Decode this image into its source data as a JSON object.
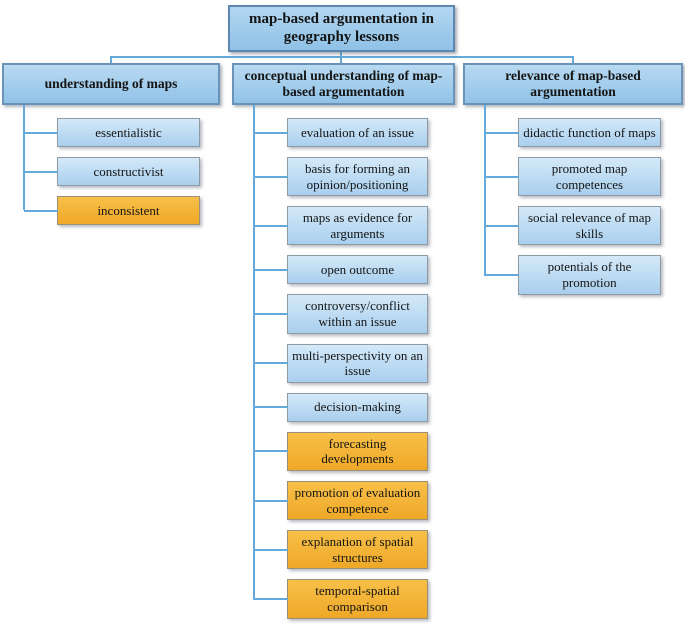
{
  "root": {
    "label": "map-based argumentation in geography lessons"
  },
  "colors": {
    "node_blue_top": "#d4e9f8",
    "node_blue_bottom": "#a9cfee",
    "header_blue_top": "#b9daf2",
    "header_blue_bottom": "#90c2e7",
    "node_orange_top": "#f7c049",
    "node_orange_bottom": "#efa827",
    "connector_line": "#63a9da",
    "header_border": "#6b93b7",
    "text": "#141414"
  },
  "columns": [
    {
      "header": "understanding of maps",
      "items": [
        {
          "label": "essentialistic",
          "type": "blue"
        },
        {
          "label": "constructivist",
          "type": "blue"
        },
        {
          "label": "inconsistent",
          "type": "orange"
        }
      ]
    },
    {
      "header": "conceptual understanding of map-based argumentation",
      "items": [
        {
          "label": "evaluation of an issue",
          "type": "blue"
        },
        {
          "label": "basis for forming an opinion/positioning",
          "type": "blue"
        },
        {
          "label": "maps as evidence for arguments",
          "type": "blue"
        },
        {
          "label": "open outcome",
          "type": "blue"
        },
        {
          "label": "controversy/conflict within an issue",
          "type": "blue"
        },
        {
          "label": "multi-perspectivity on an issue",
          "type": "blue"
        },
        {
          "label": "decision-making",
          "type": "blue"
        },
        {
          "label": "forecasting developments",
          "type": "orange"
        },
        {
          "label": "promotion of evaluation competence",
          "type": "orange"
        },
        {
          "label": "explanation of spatial structures",
          "type": "orange"
        },
        {
          "label": "temporal-spatial comparison",
          "type": "orange"
        }
      ]
    },
    {
      "header": "relevance of map-based argumentation",
      "items": [
        {
          "label": "didactic function of maps",
          "type": "blue"
        },
        {
          "label": "promoted map competences",
          "type": "blue"
        },
        {
          "label": "social relevance of map skills",
          "type": "blue"
        },
        {
          "label": "potentials of the promotion",
          "type": "blue"
        }
      ]
    }
  ]
}
